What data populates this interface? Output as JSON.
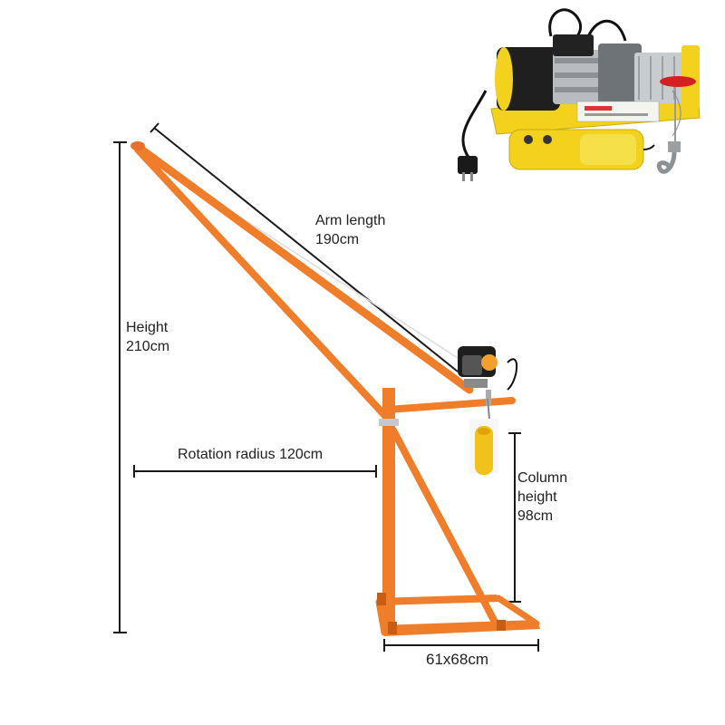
{
  "labels": {
    "arm_length": "Arm length",
    "arm_length_value": "190cm",
    "height": "Height",
    "height_value": "210cm",
    "rotation_radius": "Rotation radius 120cm",
    "column_height_line1": "Column",
    "column_height_line2": "height",
    "column_height_value": "98cm",
    "base_size": "61x68cm"
  },
  "colors": {
    "frame_orange": "#f07d2a",
    "frame_shadow": "#c85e14",
    "dimension_line": "#1a1a1a",
    "hoist_yellow": "#f2d21c",
    "motor_black": "#1c1c1c",
    "hook_red": "#d32020"
  },
  "icons": {
    "hoist": "electric-wire-rope-hoist",
    "remote": "pendant-control",
    "hook": "lifting-hook"
  }
}
